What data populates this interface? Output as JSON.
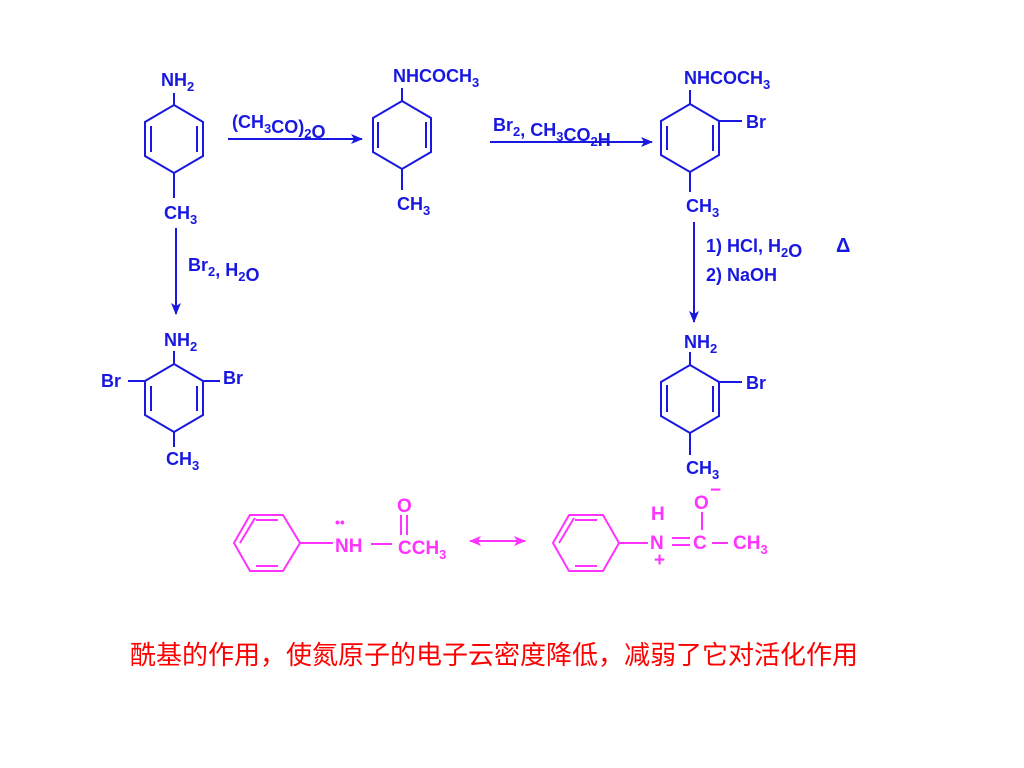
{
  "colors": {
    "scheme": "#1818e0",
    "resonance": "#ff33ff",
    "caption": "#ff0000"
  },
  "reaction_scheme": {
    "start": {
      "top": "NH2",
      "bottom": "CH3"
    },
    "step1_reagent": "(CH3CO)2O",
    "product1": {
      "top": "NHCOCH3",
      "bottom": "CH3"
    },
    "step2_reagent": "Br2, CH3CO2H",
    "product2": {
      "top": "NHCOCH3",
      "side": "Br",
      "bottom": "CH3"
    },
    "step3_reagent_line1": "1) HCl, H2O",
    "step3_heat": "Δ",
    "step3_reagent_line2": "2) NaOH",
    "product3": {
      "top": "NH2",
      "side": "Br",
      "bottom": "CH3"
    },
    "side_reagent": "Br2, H2O",
    "side_product": {
      "top": "NH2",
      "left": "Br",
      "right": "Br",
      "bottom": "CH3"
    }
  },
  "resonance": {
    "left": {
      "nitrogen": "NH",
      "carbonyl_o": "O",
      "carbon": "CCH3",
      "lone_pair": "••"
    },
    "right": {
      "h": "H",
      "n": "N",
      "plus": "+",
      "o": "O",
      "minus": "−",
      "c": "C",
      "ch3": "CH3"
    }
  },
  "caption": "酰基的作用，使氮原子的电子云密度降低，减弱了它对活化作用"
}
